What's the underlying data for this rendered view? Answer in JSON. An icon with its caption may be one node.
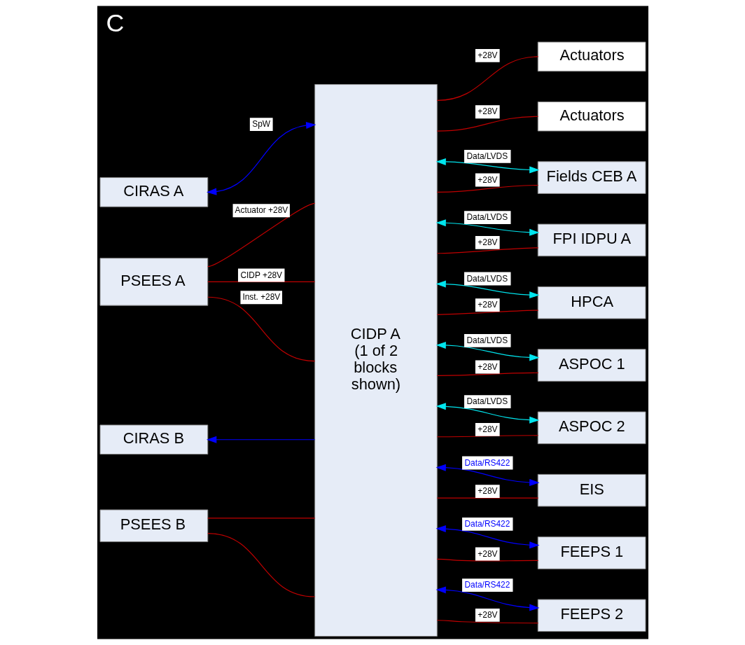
{
  "diagram": {
    "title": "C",
    "nodes": [
      {
        "text": [
          "CIRAS A"
        ]
      },
      {
        "text": [
          "PSEES A"
        ]
      },
      {
        "text": [
          "CIRAS B"
        ]
      },
      {
        "text": [
          "PSEES B"
        ]
      },
      {
        "text": [
          "CIDP A (1 of 2 blocks shown)"
        ]
      },
      {
        "text": [
          "Actuators"
        ]
      },
      {
        "text": [
          "Actuators"
        ]
      },
      {
        "text": [
          "Fields CEB A"
        ]
      },
      {
        "text": [
          "FPI IDPU A"
        ]
      },
      {
        "text": [
          "HPCA"
        ]
      },
      {
        "text": [
          "ASPOC 1"
        ]
      },
      {
        "text": [
          "ASPOC 2"
        ]
      },
      {
        "text": [
          "EIS"
        ]
      },
      {
        "text": [
          "FEEPS 1"
        ]
      },
      {
        "text": [
          "FEEPS 2"
        ]
      }
    ],
    "edges": [
      {
        "from": 0,
        "to": 4,
        "arrow": "both",
        "label": "SpW",
        "color": "#0000ff"
      },
      {
        "from": 4,
        "to": 2,
        "arrow": "to",
        "color": "#0000ff"
      },
      {
        "from": 1,
        "to": 4,
        "arrow": "none",
        "label": "Actuator +28V"
      },
      {
        "from": 1,
        "to": 4,
        "arrow": "none",
        "label": "CIDP +28V"
      },
      {
        "from": 1,
        "to": 4,
        "arrow": "none",
        "label": "Inst. +28V"
      },
      {
        "from": 3,
        "to": 4,
        "arrow": "none"
      },
      {
        "from": 3,
        "to": 4,
        "arrow": "none"
      },
      {
        "from": 4,
        "to": 5,
        "arrow": "none",
        "label": "+28V"
      },
      {
        "from": 4,
        "to": 6,
        "arrow": "none",
        "label": "+28V"
      },
      {
        "from": 4,
        "to": 7,
        "arrow": "both",
        "label": "Data/LVDS",
        "color": "#00e5ee"
      },
      {
        "from": 4,
        "to": 7,
        "arrow": "none",
        "label": "+28V"
      },
      {
        "from": 4,
        "to": 8,
        "arrow": "both",
        "label": "Data/LVDS",
        "color": "#00e5ee"
      },
      {
        "from": 4,
        "to": 8,
        "arrow": "none",
        "label": "+28V"
      },
      {
        "from": 4,
        "to": 9,
        "arrow": "both",
        "label": "Data/LVDS",
        "color": "#00e5ee"
      },
      {
        "from": 4,
        "to": 9,
        "arrow": "none",
        "label": "+28V"
      },
      {
        "from": 4,
        "to": 10,
        "arrow": "both",
        "label": "Data/LVDS",
        "color": "#00e5ee"
      },
      {
        "from": 4,
        "to": 10,
        "arrow": "none",
        "label": "+28V"
      },
      {
        "from": 4,
        "to": 11,
        "arrow": "both",
        "label": "Data/LVDS",
        "color": "#00e5ee"
      },
      {
        "from": 4,
        "to": 11,
        "arrow": "none",
        "label": "+28V"
      },
      {
        "from": 4,
        "to": 12,
        "arrow": "both",
        "label": "Data/RS422",
        "color": "#0000ff"
      },
      {
        "from": 4,
        "to": 12,
        "arrow": "none",
        "label": "+28V"
      },
      {
        "from": 4,
        "to": 13,
        "arrow": "both",
        "label": "Data/RS422",
        "color": "#0000ff"
      },
      {
        "from": 4,
        "to": 13,
        "arrow": "none",
        "label": "+28V"
      },
      {
        "from": 4,
        "to": 14,
        "arrow": "both",
        "label": "Data/RS422",
        "color": "#0000ff"
      },
      {
        "from": 4,
        "to": 14,
        "arrow": "none",
        "label": "+28V"
      }
    ]
  }
}
